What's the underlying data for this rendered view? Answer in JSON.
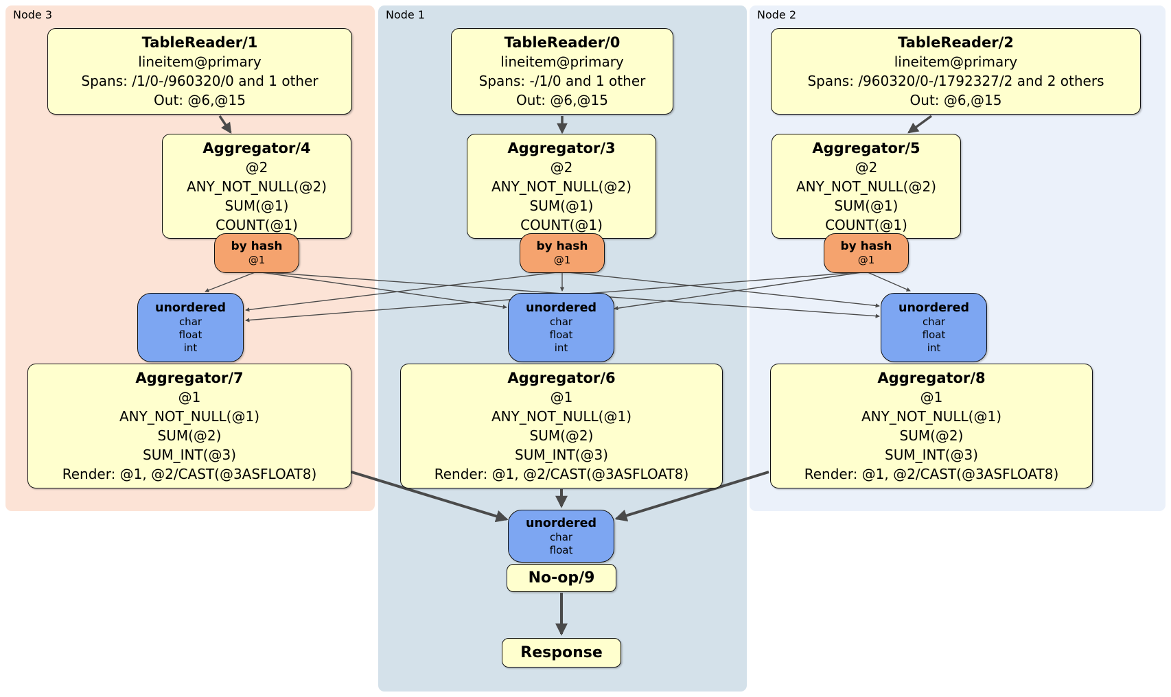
{
  "colors": {
    "node3_bg": "#fce3d6",
    "node1_bg": "#d4e1ea",
    "node2_bg": "#ebf1fa",
    "processor_bg": "#ffffce",
    "router_bg": "#f5a36e",
    "sync_bg": "#7da6f2",
    "edge": "#4a4a4a"
  },
  "panels": [
    {
      "label": "Node 3"
    },
    {
      "label": "Node 1"
    },
    {
      "label": "Node 2"
    }
  ],
  "table_readers": [
    {
      "title": "TableReader/1",
      "index": "lineitem@primary",
      "spans": "Spans: /1/0-/960320/0 and 1 other",
      "out": "Out: @6,@15"
    },
    {
      "title": "TableReader/0",
      "index": "lineitem@primary",
      "spans": "Spans: -/1/0 and 1 other",
      "out": "Out: @6,@15"
    },
    {
      "title": "TableReader/2",
      "index": "lineitem@primary",
      "spans": "Spans: /960320/0-/1792327/2 and 2 others",
      "out": "Out: @6,@15"
    }
  ],
  "stage1_aggregators": [
    {
      "title": "Aggregator/4",
      "lines": [
        "@2",
        "ANY_NOT_NULL(@2)",
        "SUM(@1)",
        "COUNT(@1)"
      ]
    },
    {
      "title": "Aggregator/3",
      "lines": [
        "@2",
        "ANY_NOT_NULL(@2)",
        "SUM(@1)",
        "COUNT(@1)"
      ]
    },
    {
      "title": "Aggregator/5",
      "lines": [
        "@2",
        "ANY_NOT_NULL(@2)",
        "SUM(@1)",
        "COUNT(@1)"
      ]
    }
  ],
  "hash_routers": [
    {
      "label": "by hash",
      "key": "@1"
    },
    {
      "label": "by hash",
      "key": "@1"
    },
    {
      "label": "by hash",
      "key": "@1"
    }
  ],
  "unordered_syncs": [
    {
      "label": "unordered",
      "types": [
        "char",
        "float",
        "int"
      ]
    },
    {
      "label": "unordered",
      "types": [
        "char",
        "float",
        "int"
      ]
    },
    {
      "label": "unordered",
      "types": [
        "char",
        "float",
        "int"
      ]
    }
  ],
  "stage2_aggregators": [
    {
      "title": "Aggregator/7",
      "lines": [
        "@1",
        "ANY_NOT_NULL(@1)",
        "SUM(@2)",
        "SUM_INT(@3)",
        "Render: @1, @2/CAST(@3ASFLOAT8)"
      ]
    },
    {
      "title": "Aggregator/6",
      "lines": [
        "@1",
        "ANY_NOT_NULL(@1)",
        "SUM(@2)",
        "SUM_INT(@3)",
        "Render: @1, @2/CAST(@3ASFLOAT8)"
      ]
    },
    {
      "title": "Aggregator/8",
      "lines": [
        "@1",
        "ANY_NOT_NULL(@1)",
        "SUM(@2)",
        "SUM_INT(@3)",
        "Render: @1, @2/CAST(@3ASFLOAT8)"
      ]
    }
  ],
  "final_sync": {
    "label": "unordered",
    "types": [
      "char",
      "float"
    ]
  },
  "noop": {
    "label": "No-op/9"
  },
  "response": {
    "label": "Response"
  }
}
